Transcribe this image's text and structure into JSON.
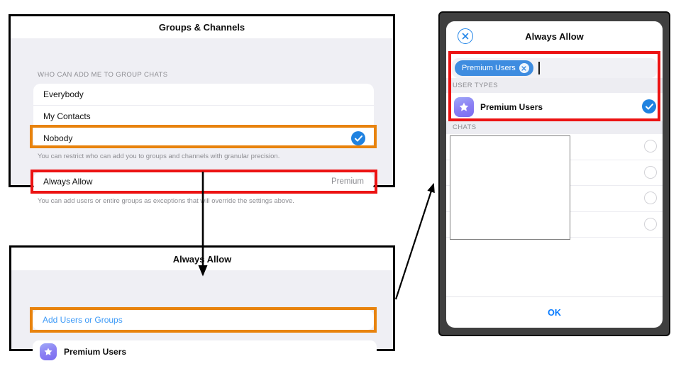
{
  "annotations": {
    "highlight_orange": "#e8830d",
    "highlight_red": "#ec1313"
  },
  "colors": {
    "ios_background": "#efeff4",
    "accent_blue": "#007aff",
    "link_blue": "#3f9bf7",
    "chip_blue": "#3e8ce0",
    "check_blue": "#1f82e0",
    "muted_gray": "#8d8d92",
    "frame_dark": "#3f3f3f"
  },
  "groups_panel": {
    "title": "Groups & Channels",
    "section_header": "WHO CAN ADD ME TO GROUP CHATS",
    "options": [
      "Everybody",
      "My Contacts",
      "Nobody"
    ],
    "selected_option": "Nobody",
    "section_footer": "You can restrict who can add you to groups and channels with granular precision.",
    "always_allow": {
      "label": "Always Allow",
      "value": "Premium"
    },
    "always_allow_footer": "You can add users or entire groups as exceptions that will override the settings above."
  },
  "always_allow_panel": {
    "title": "Always Allow",
    "add_link": "Add Users or Groups",
    "exception_item": "Premium Users"
  },
  "modal": {
    "title": "Always Allow",
    "search_chip": "Premium Users",
    "user_types_header": "USER TYPES",
    "user_type_item": "Premium Users",
    "user_type_selected": true,
    "chats_header": "CHATS",
    "chat_rows": 4,
    "ok_label": "OK"
  }
}
